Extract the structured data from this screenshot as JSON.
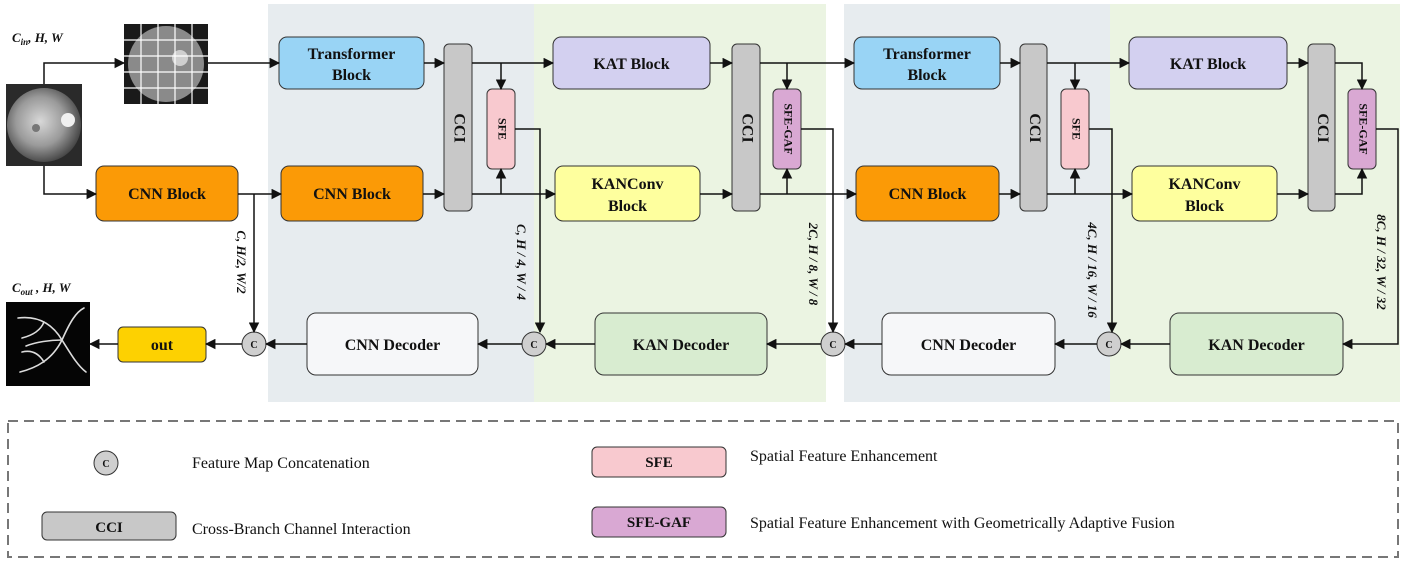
{
  "inputs": {
    "input_label": "C",
    "input_sub": "in",
    "input_dims": ", H, W",
    "output_label": "C",
    "output_sub": "out",
    "output_dims": " , H, W"
  },
  "blocks": {
    "transformer_1": [
      "Transformer",
      "Block"
    ],
    "transformer_2": [
      "Transformer",
      "Block"
    ],
    "cnn_block_0": "CNN Block",
    "cnn_block_1": "CNN Block",
    "cnn_block_2": "CNN Block",
    "kat_1": "KAT Block",
    "kat_2": "KAT Block",
    "kanconv_1": [
      "KANConv",
      "Block"
    ],
    "kanconv_2": [
      "KANConv",
      "Block"
    ],
    "cci": "CCI",
    "sfe": "SFE",
    "sfe_gaf": "SFE-GAF",
    "out": "out",
    "cnn_decoder": "CNN Decoder",
    "kan_decoder": "KAN Decoder",
    "concat": "C"
  },
  "dims": {
    "d1": "C, H/2, W/2",
    "d2": "C, H / 4, W / 4",
    "d3": "2C, H / 8, W / 8",
    "d4": "4C, H / 16, W / 16",
    "d5": "8C, H / 32, W / 32"
  },
  "legend": {
    "concat_symbol": "C",
    "concat_desc": "Feature Map Concatenation",
    "cci_label": "CCI",
    "cci_desc": "Cross-Branch Channel Interaction",
    "sfe_label": "SFE",
    "sfe_desc": "Spatial Feature Enhancement",
    "sfegaf_label": "SFE-GAF",
    "sfegaf_desc": "Spatial Feature Enhancement with Geometrically Adaptive Fusion"
  },
  "colors": {
    "transformer": "#99d4f5",
    "cnn": "#fb9a06",
    "kat": "#d3d0f0",
    "kanconv": "#feff9e",
    "cci": "#c8c8c8",
    "sfe": "#f8c9cf",
    "sfe_gaf": "#d9a8d3",
    "out": "#fdd101",
    "kan_decoder": "#d8ecd0",
    "cnn_decoder": "#f6f7f9",
    "panel_blue": "#e7ecef",
    "panel_green": "#ebf4e2"
  }
}
